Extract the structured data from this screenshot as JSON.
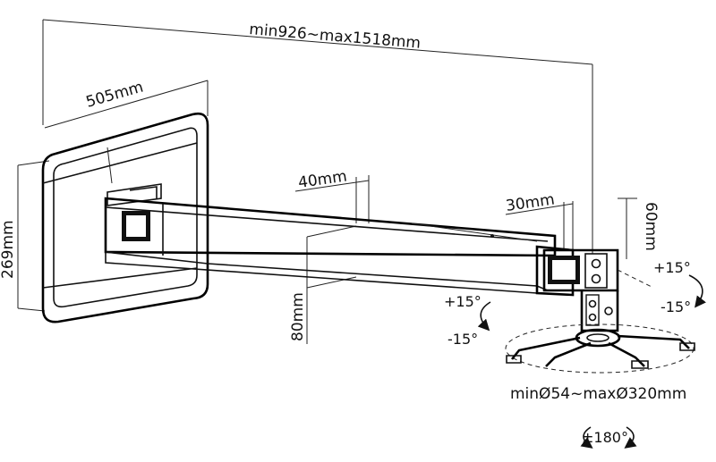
{
  "dimensions": {
    "total_length": "min926~max1518mm",
    "plate_width": "505mm",
    "plate_height": "269mm",
    "arm_width": "40mm",
    "arm_height": "80mm",
    "bracket_width": "30mm",
    "bracket_height": "60mm",
    "mount_diameter": "minØ54~maxØ320mm"
  },
  "angles": {
    "tilt_up_right": "+15°",
    "tilt_down_right": "-15°",
    "tilt_up_left": "+15°",
    "tilt_down_left": "-15°",
    "rotation": "±180°"
  }
}
